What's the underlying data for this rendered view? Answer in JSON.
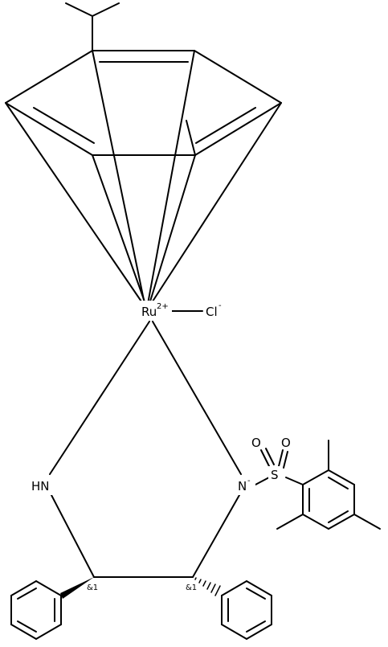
{
  "molecule": {
    "labels": {
      "ruthenium": "Ru",
      "ruthenium_charge": "2+",
      "chloride": "Cl",
      "chloride_charge": "-",
      "amine": "HN",
      "amide_n": "N",
      "amide_charge": "-",
      "sulfur": "S",
      "oxygen_1": "O",
      "oxygen_2": "O",
      "stereo_1": "&1",
      "stereo_2": "&1"
    }
  }
}
